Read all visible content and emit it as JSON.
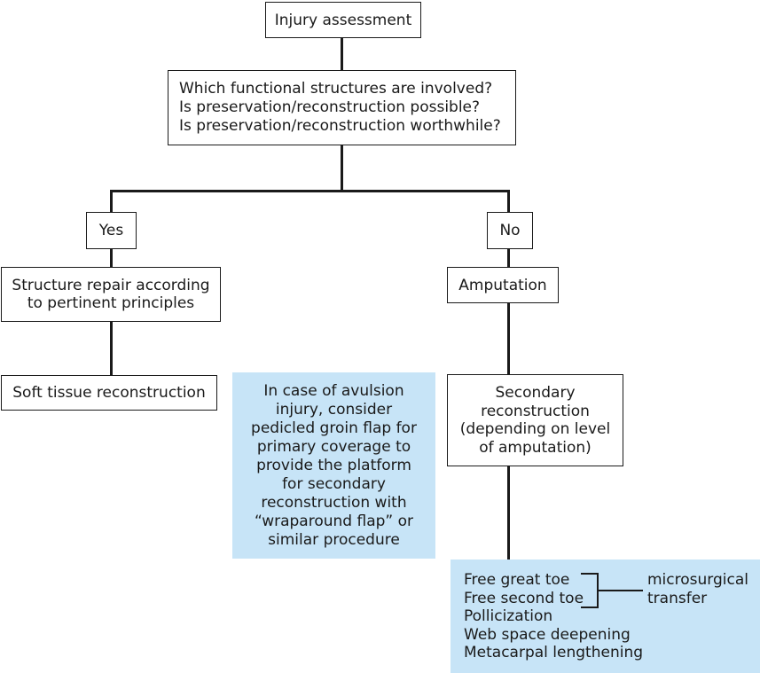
{
  "nodes": {
    "assessment": "Injury assessment",
    "questions": [
      "Which functional structures are involved?",
      "Is preservation/reconstruction possible?",
      "Is preservation/reconstruction worthwhile?"
    ],
    "yes": "Yes",
    "no": "No",
    "repair": [
      "Structure repair according",
      "to pertinent principles"
    ],
    "soft_tissue": "Soft tissue reconstruction",
    "amputation": "Amputation",
    "secondary": [
      "Secondary",
      "reconstruction",
      "(depending on level",
      "of amputation)"
    ],
    "avulsion_note": [
      "In case of avulsion",
      "injury, consider",
      "pedicled groin flap for",
      "primary coverage to",
      "provide the platform",
      "for secondary",
      "reconstruction with",
      "“wraparound flap” or",
      "similar procedure"
    ],
    "options": [
      "Free great toe",
      "Free second toe",
      "Pollicization",
      "Web space deepening",
      "Metacarpal lengthening"
    ],
    "microsurgical": [
      "microsurgical",
      "transfer"
    ]
  },
  "colors": {
    "note_fill": "#c7e4f7",
    "line": "#1a1a1a"
  }
}
